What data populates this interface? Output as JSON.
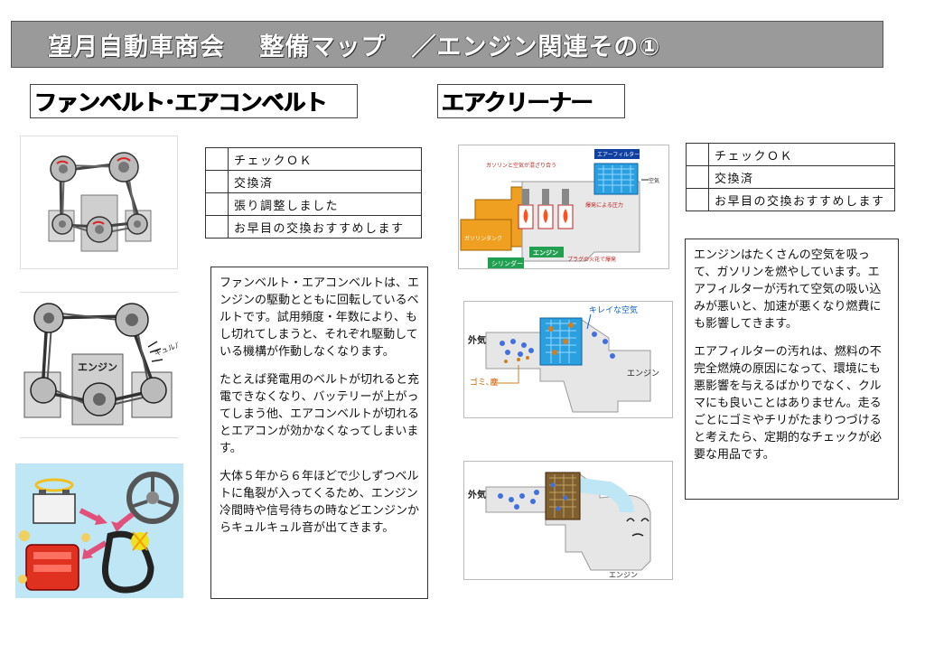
{
  "header": {
    "title": "望月自動車商会　 整備マップ　／エンジン関連その①"
  },
  "fanbelt": {
    "heading": "ファンベルト･エアコンベルト",
    "checklist": [
      "チェックＯＫ",
      "交換済",
      "張り調整しました",
      "お早目の交換おすすめします"
    ],
    "paragraphs": [
      "ファンベルト・エアコンベルトは、エンジンの駆動とともに回転しているベルトです。試用頻度・年数により、もし切れてしまうと、それぞれ駆動している機構が作動しなくなります。",
      "たとえば発電用のベルトが切れると充電できなくなり、バッテリーが上がってしまう他、エアコンベルトが切れるとエアコンが効かなくなってしまいます。",
      "大体５年から６年ほどで少しずつベルトに亀裂が入ってくるため、エンジン冷間時や信号待ちの時などエンジンからキュルキュル音が出てきます。"
    ],
    "diagram2": {
      "engine_label": "エンジン",
      "noise_label": "キュルル"
    }
  },
  "aircleaner": {
    "heading": "エアクリーナー",
    "checklist": [
      "チェックＯＫ",
      "交換済",
      "お早目の交換おすすめします"
    ],
    "paragraphs": [
      "エンジンはたくさんの空気を吸って、ガソリンを燃やしています。エアフィルターが汚れて空気の吸い込みが悪いと、加速が悪くなり燃費にも影響してきます。",
      "エアフィルターの汚れは、燃料の不完全燃焼の原因になって、環境にも悪影響を与えるばかりでなく、クルマにも良いことはありません。走るごとにゴミやチリがたまりつづけると考えたら、定期的なチェックが必要な用品です。"
    ],
    "diagram1": {
      "filter_label": "エアーフィルター",
      "mix_label": "ガソリンと空気が混ざり合う",
      "air_label": "空気",
      "explosion_label": "爆発による圧力",
      "tank_label": "ガソリンタンク",
      "engine_label": "エンジン",
      "cylinder_label": "シリンダー",
      "plug_label": "プラグの火花で爆発"
    },
    "diagram2": {
      "outside_air_label": "外気",
      "clean_air_label": "キレイな空気",
      "dust_label": "ゴミ､塵",
      "engine_label": "エンジン"
    },
    "diagram3": {
      "outside_air_label": "外気",
      "engine_label": "エンジン"
    }
  },
  "colors": {
    "title_bar": "#9a9a9a",
    "filter_blue": "#2aa0e0",
    "tank_orange": "#f0a020",
    "flame_red": "#e03020",
    "illustration_bg": "#bfe6f5"
  }
}
